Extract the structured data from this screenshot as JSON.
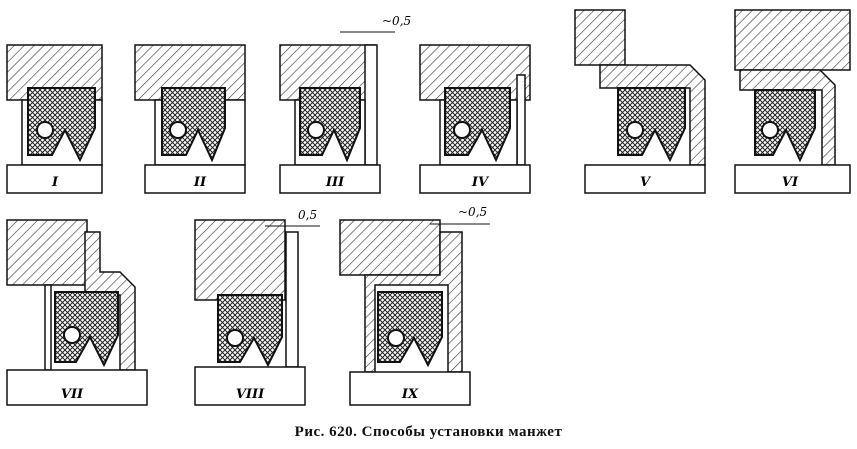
{
  "figure": {
    "caption": "Рис. 620. Способы установки манжет",
    "variants": [
      {
        "id": "I",
        "label": "I",
        "clearance": ""
      },
      {
        "id": "II",
        "label": "II",
        "clearance": ""
      },
      {
        "id": "III",
        "label": "III",
        "clearance": "~0,5"
      },
      {
        "id": "IV",
        "label": "IV",
        "clearance": ""
      },
      {
        "id": "V",
        "label": "V",
        "clearance": ""
      },
      {
        "id": "VI",
        "label": "VI",
        "clearance": ""
      },
      {
        "id": "VII",
        "label": "VII",
        "clearance": ""
      },
      {
        "id": "VIII",
        "label": "VIII",
        "clearance": "0,5"
      },
      {
        "id": "IX",
        "label": "IX",
        "clearance": "~0,5"
      }
    ]
  }
}
